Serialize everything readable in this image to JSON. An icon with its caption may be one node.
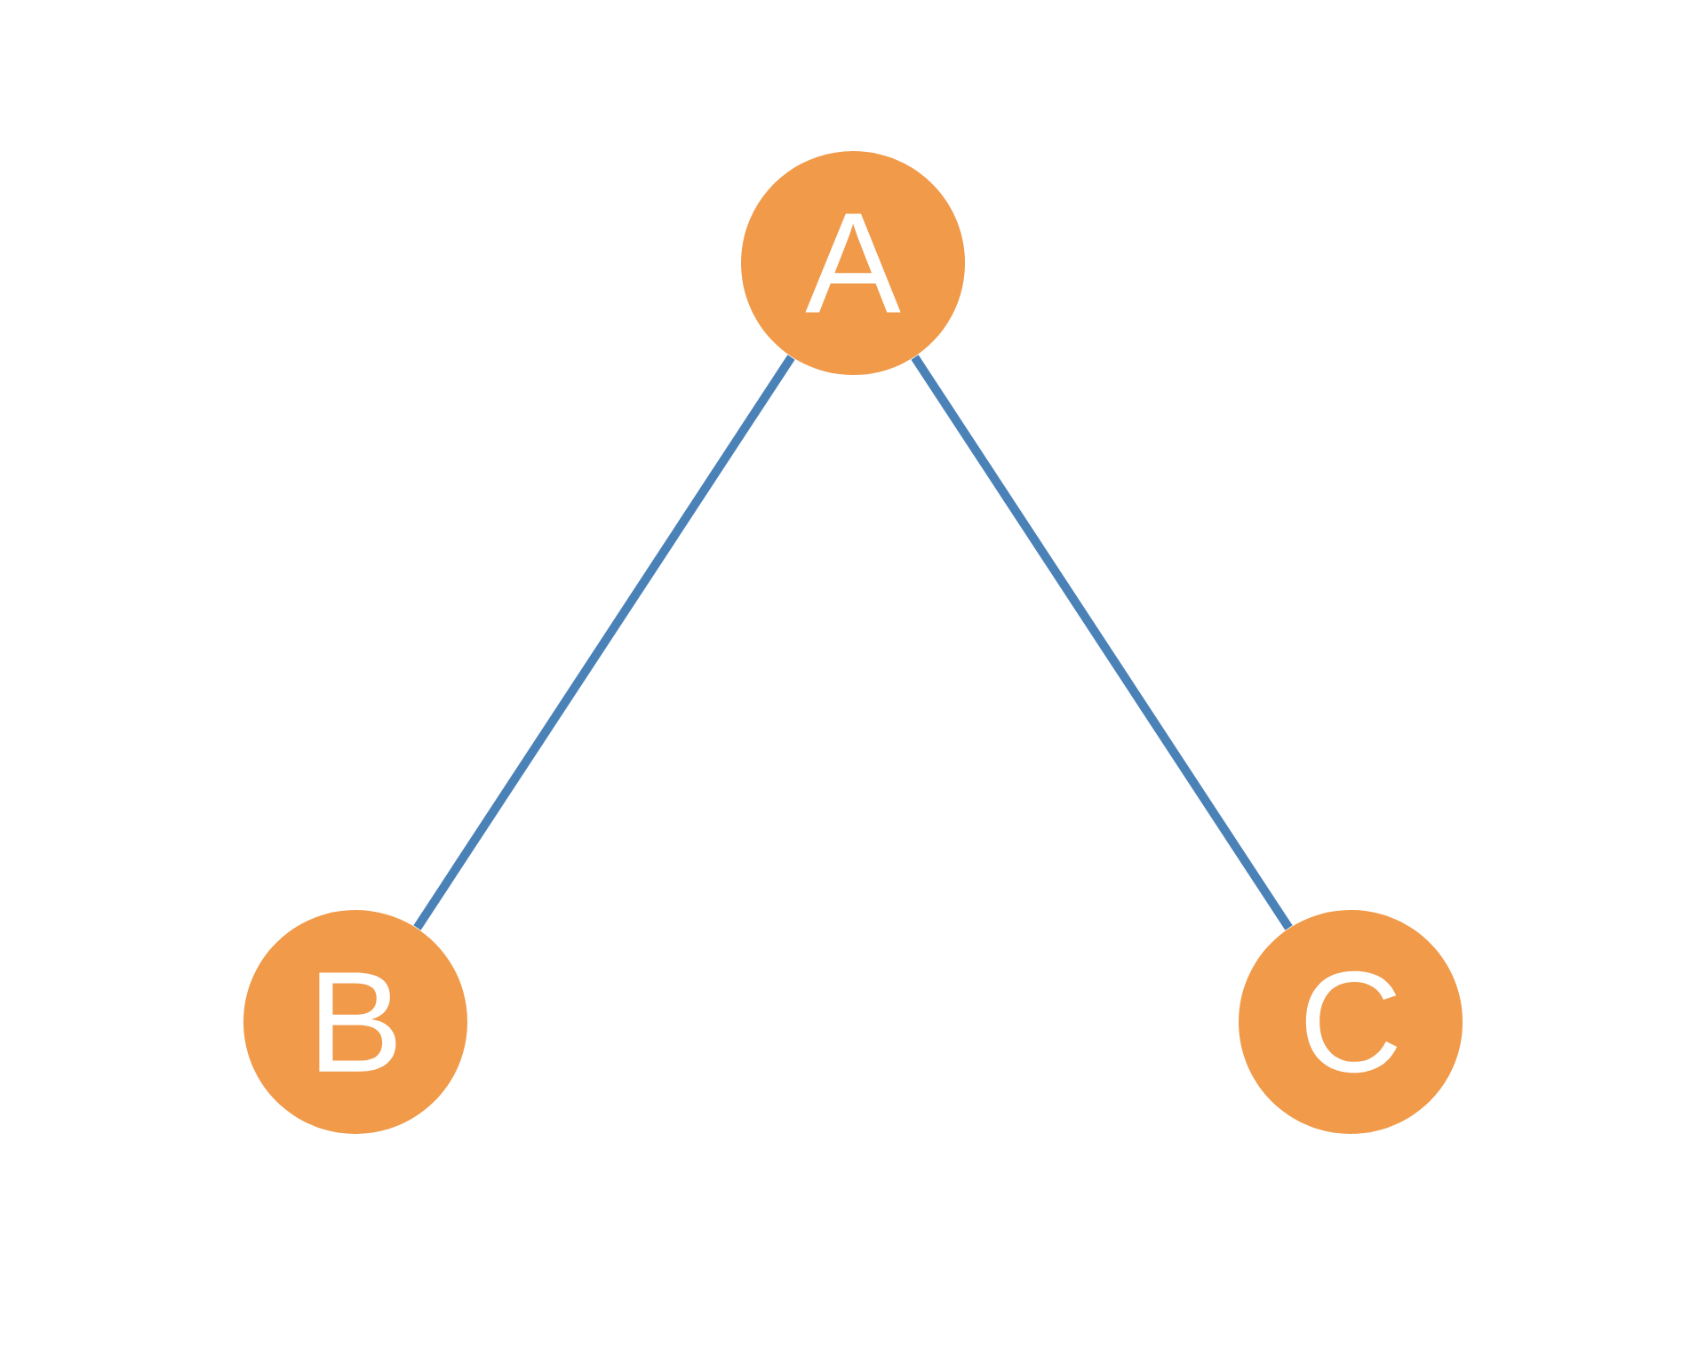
{
  "diagram": {
    "nodes": [
      {
        "text": [
          "A"
        ]
      },
      {
        "text": [
          "B"
        ]
      },
      {
        "text": [
          "C"
        ]
      }
    ],
    "edges": [
      {
        "from": 0,
        "to": 1,
        "arrow": "none"
      },
      {
        "from": 0,
        "to": 2,
        "arrow": "none"
      }
    ]
  }
}
